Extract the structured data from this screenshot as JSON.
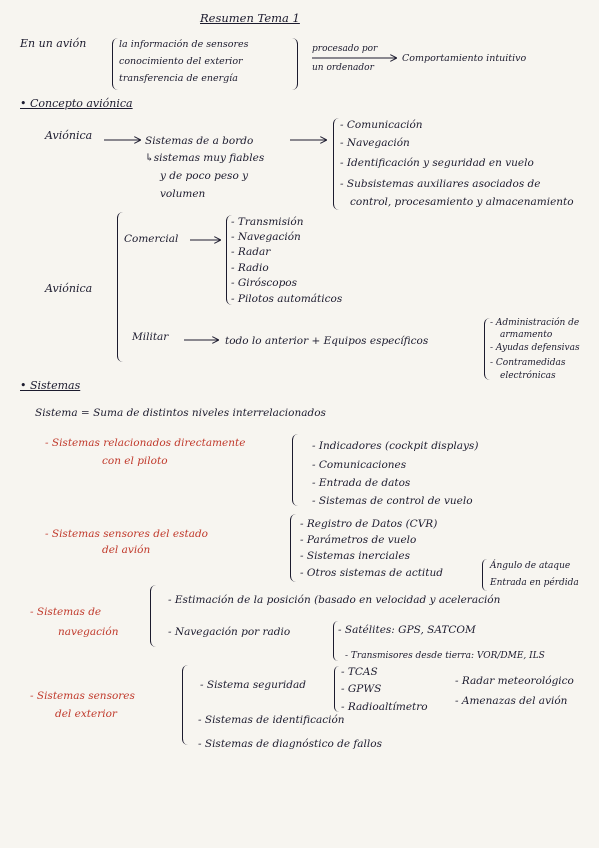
{
  "title": "Resumen Tema 1",
  "intro": {
    "lead": "En un avión",
    "items": [
      "la información de sensores",
      "conocimiento del exterior",
      "transferencia de energía"
    ],
    "processed": [
      "procesado por",
      "un ordenador"
    ],
    "result": "Comportamiento intuitivo"
  },
  "s1": {
    "heading": "• Concepto aviónica",
    "avionica_label": "Aviónica",
    "sistemas_a_bordo": [
      "Sistemas de a bordo",
      "↳sistemas muy fiables",
      "y de poco peso y",
      "volumen"
    ],
    "abordo_list": [
      "- Comunicación",
      "- Navegación",
      "- Identificación y seguridad en vuelo",
      "- Subsistemas auxiliares asociados de",
      "control, procesamiento y almacenamiento"
    ],
    "avionica2_label": "Aviónica",
    "comercial_label": "Comercial",
    "comercial_list": [
      "- Transmisión",
      "- Navegación",
      "- Radar",
      "- Radio",
      "- Giróscopos",
      "- Pilotos automáticos"
    ],
    "militar_label": "Militar",
    "militar_text": "todo lo anterior + Equipos específicos",
    "militar_list": [
      "- Administración de",
      "armamento",
      "- Ayudas defensivas",
      "- Contramedidas",
      "electrónicas"
    ]
  },
  "s2": {
    "heading": "• Sistemas",
    "definition": "Sistema = Suma de distintos niveles interrelacionados",
    "g1": {
      "label": [
        "- Sistemas relacionados directamente",
        "con el piloto"
      ],
      "items": [
        "- Indicadores (cockpit displays)",
        "- Comunicaciones",
        "- Entrada de datos",
        "- Sistemas de control de vuelo"
      ]
    },
    "g2": {
      "label": [
        "- Sistemas sensores del estado",
        "del avión"
      ],
      "items": [
        "- Registro de Datos (CVR)",
        "- Parámetros de vuelo",
        "- Sistemas inerciales",
        "- Otros sistemas de actitud"
      ],
      "sub": [
        "Ángulo de ataque",
        "Entrada en pérdida"
      ]
    },
    "g3": {
      "label": [
        "- Sistemas de",
        "navegación"
      ],
      "items": [
        "- Estimación de la posición (basado en velocidad y aceleración",
        "- Navegación por radio"
      ],
      "radio": [
        "- Satélites: GPS, SATCOM",
        "- Transmisores desde tierra: VOR/DME, ILS"
      ]
    },
    "g4": {
      "label": [
        "- Sistemas sensores",
        "del exterior"
      ],
      "seg_label": "- Sistema seguridad",
      "seg_items": [
        "- TCAS",
        "- GPWS",
        "- Radioaltímetro"
      ],
      "seg_right": [
        "- Radar meteorológico",
        "- Amenazas del avión"
      ],
      "more": [
        "- Sistemas de identificación",
        "- Sistemas de diagnóstico de fallos"
      ]
    }
  }
}
